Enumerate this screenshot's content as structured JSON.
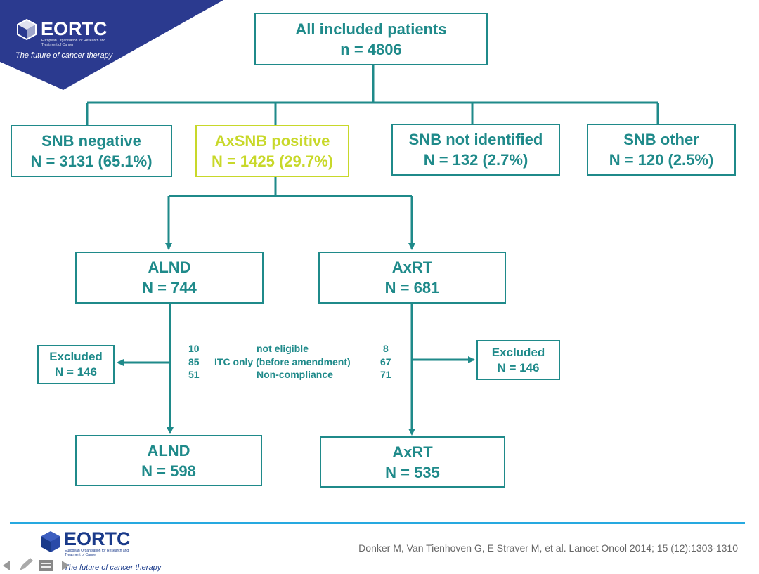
{
  "logo": {
    "wordmark": "EORTC",
    "subtext": "European Organisation for Research and Treatment of Cancer",
    "tagline": "The future of cancer therapy"
  },
  "diagram": {
    "root": {
      "title": "All included patients",
      "count": "n = 4806"
    },
    "groups": [
      {
        "title": "SNB negative",
        "count": "N = 3131 (65.1%)"
      },
      {
        "title": "AxSNB positive",
        "count": "N = 1425 (29.7%)"
      },
      {
        "title": "SNB not identified",
        "count": "N = 132 (2.7%)"
      },
      {
        "title": "SNB other",
        "count": "N = 120 (2.5%)"
      }
    ],
    "alnd_initial": {
      "title": "ALND",
      "count": "N = 744"
    },
    "axrt_initial": {
      "title": "AxRT",
      "count": "N = 681"
    },
    "excluded_left": {
      "title": "Excluded",
      "count": "N = 146"
    },
    "excluded_right": {
      "title": "Excluded",
      "count": "N = 146"
    },
    "exclusion_reasons": [
      {
        "left": "10",
        "reason": "not eligible",
        "right": "8"
      },
      {
        "left": "85",
        "reason": "ITC only (before amendment)",
        "right": "67"
      },
      {
        "left": "51",
        "reason": "Non-compliance",
        "right": "71"
      }
    ],
    "alnd_final": {
      "title": "ALND",
      "count": "N = 598"
    },
    "axrt_final": {
      "title": "AxRT",
      "count": "N = 535"
    }
  },
  "footer": {
    "citation": "Donker M, Van Tienhoven G, E Straver M, et al. Lancet Oncol 2014; 15 (12):1303-1310"
  },
  "colors": {
    "primary": "#1f8a8a",
    "highlight": "#c8d82a",
    "corner": "#2b3a8f",
    "footer_line": "#26a9e0"
  },
  "icons": [
    "arrow-left-icon",
    "pencil-icon",
    "menu-icon",
    "arrow-right-icon"
  ]
}
